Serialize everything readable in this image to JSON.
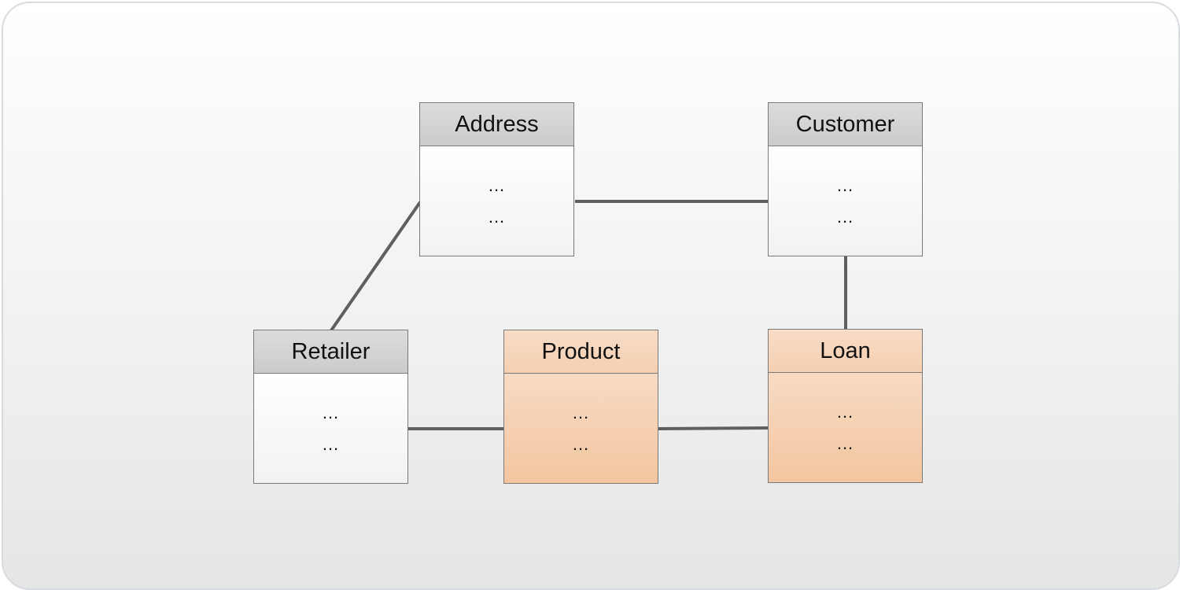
{
  "colors": {
    "neutral_header": "#cfcfcf",
    "neutral_body": "#f7f7f7",
    "highlight_header": "#f6d2b6",
    "highlight_body": "#f4caa6",
    "connector": "#5f5f5f"
  },
  "entities": {
    "address": {
      "name": "Address",
      "attr1": "...",
      "attr2": "..."
    },
    "customer": {
      "name": "Customer",
      "attr1": "...",
      "attr2": "..."
    },
    "retailer": {
      "name": "Retailer",
      "attr1": "...",
      "attr2": "..."
    },
    "product": {
      "name": "Product",
      "attr1": "...",
      "attr2": "..."
    },
    "loan": {
      "name": "Loan",
      "attr1": "...",
      "attr2": "..."
    }
  },
  "connections": [
    {
      "from": "address",
      "to": "customer"
    },
    {
      "from": "address",
      "to": "retailer"
    },
    {
      "from": "customer",
      "to": "loan"
    },
    {
      "from": "retailer",
      "to": "product"
    },
    {
      "from": "product",
      "to": "loan"
    }
  ]
}
